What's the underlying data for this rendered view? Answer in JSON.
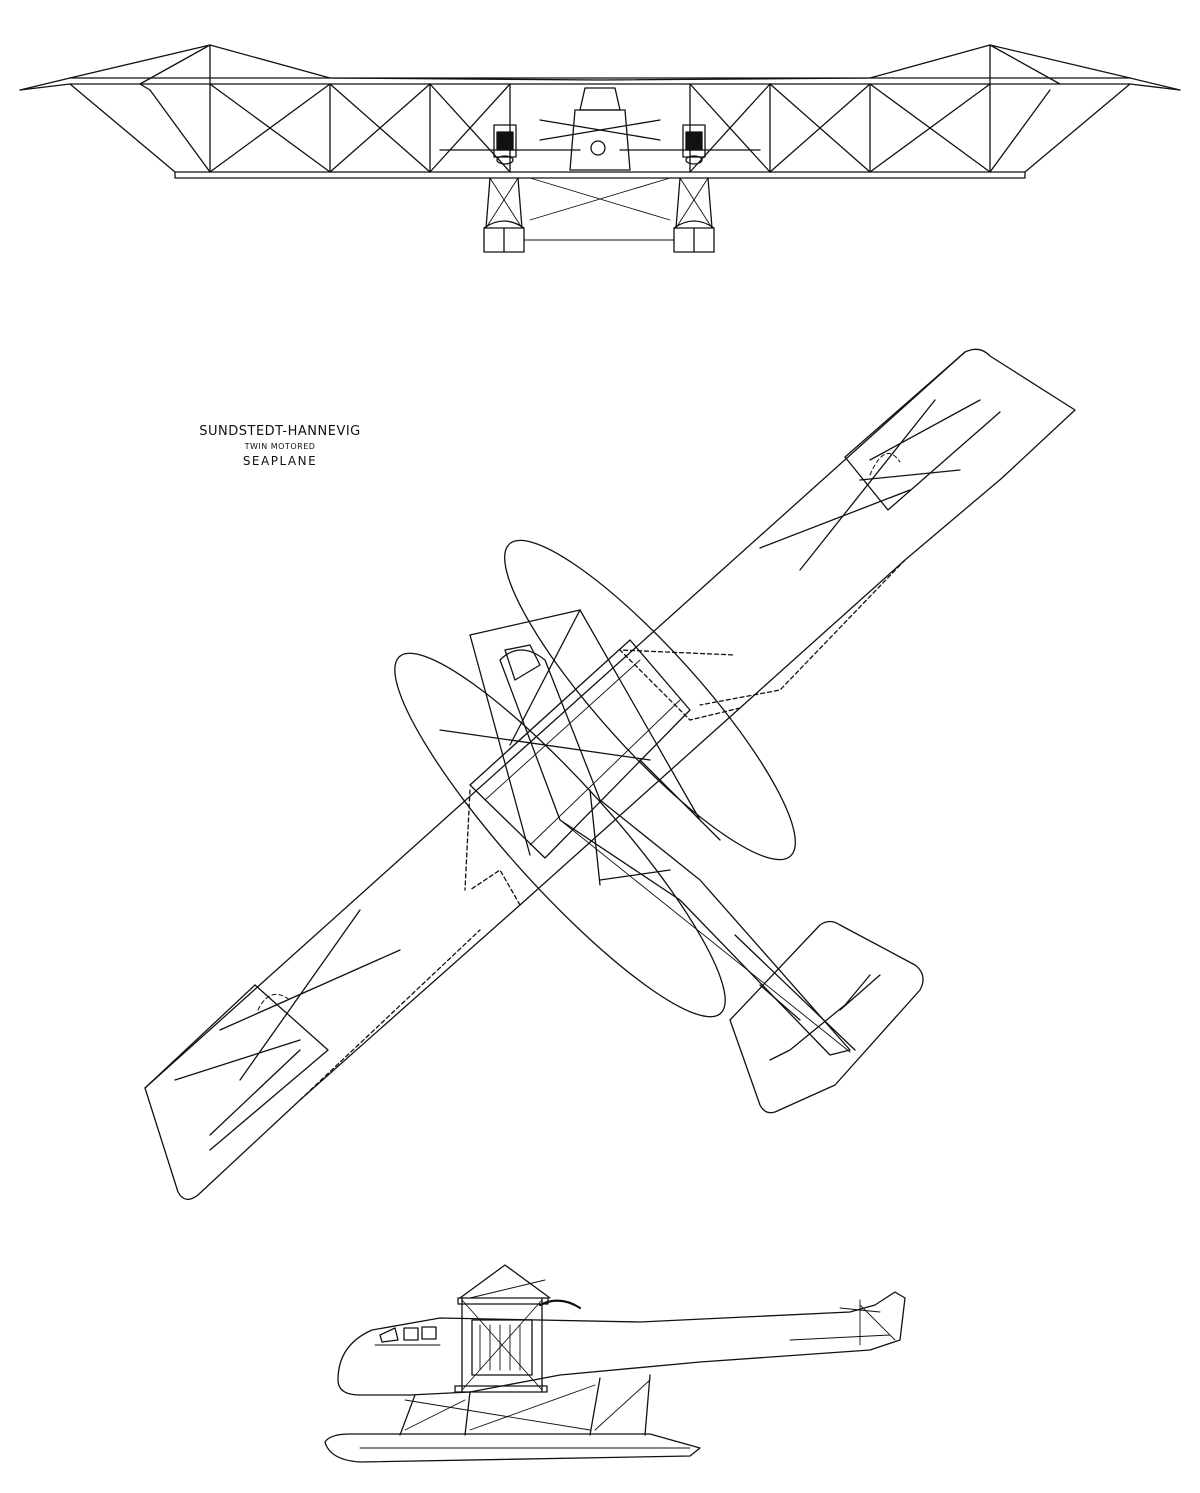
{
  "title_block": {
    "line1": "SUNDSTEDT-HANNEVIG",
    "line2": "TWIN MOTORED",
    "line3": "SEAPLANE"
  },
  "views": [
    "front",
    "plan",
    "side"
  ]
}
